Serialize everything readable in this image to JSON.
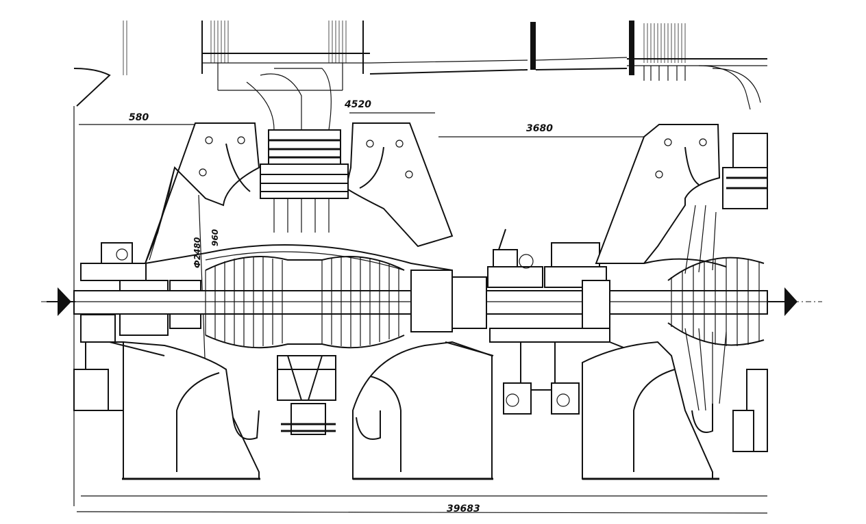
{
  "drawing": {
    "dimensions": {
      "d580": "580",
      "d4520": "4520",
      "d3680": "3680",
      "d960": "960",
      "d2480": "Ф2480",
      "d39683": "39683"
    }
  }
}
